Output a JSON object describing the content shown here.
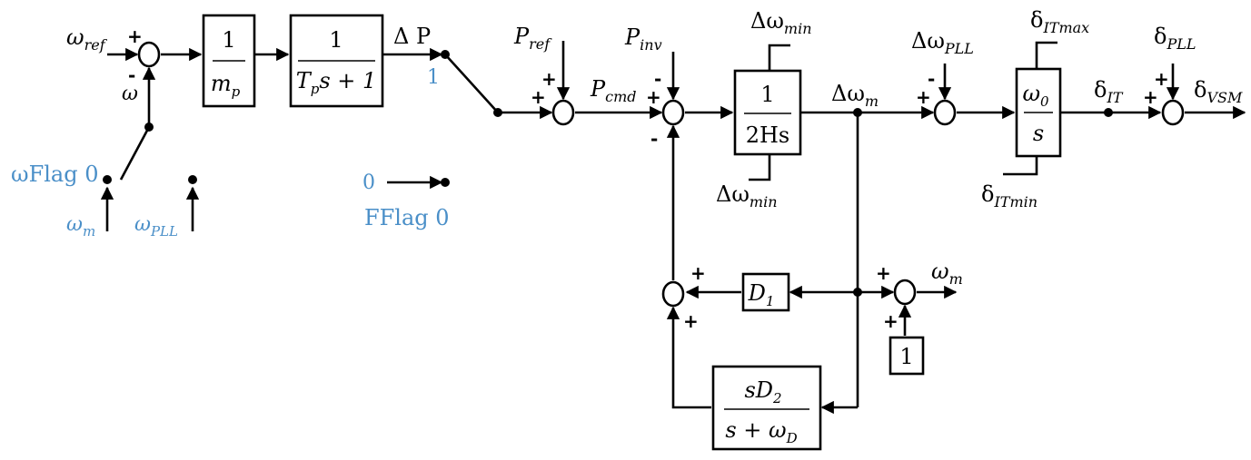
{
  "inputs": {
    "omega_ref": "ω",
    "omega_ref_sub": "ref",
    "omega": "ω",
    "p_ref": "P",
    "p_ref_sub": "ref",
    "p_inv": "P",
    "p_inv_sub": "inv",
    "p_cmd": "P",
    "p_cmd_sub": "cmd",
    "delta_p": "Δ P",
    "d_omega_pll": "Δω",
    "d_omega_pll_sub": "PLL",
    "d_omega_m": "Δω",
    "d_omega_m_sub": "m",
    "delta_pll": "δ",
    "delta_pll_sub": "PLL",
    "delta_vsm": "δ",
    "delta_vsm_sub": "VSM",
    "delta_it": "δ",
    "delta_it_sub": "IT",
    "omega_m_out": "ω",
    "omega_m_out_sub": "m"
  },
  "limits": {
    "dw_upper": "Δω",
    "dw_upper_sub": "min",
    "dw_lower": "Δω",
    "dw_lower_sub": "min",
    "it_upper": "δ",
    "it_upper_sub": "ITmax",
    "it_lower": "δ",
    "it_lower_sub": "ITmin"
  },
  "blocks": {
    "droop_num": "1",
    "droop_den": "m",
    "droop_den_sub": "p",
    "lag_num": "1",
    "lag_den_a": "T",
    "lag_den_sub": "p",
    "lag_den_b": "s + 1",
    "inertia_num": "1",
    "inertia_den": "2Hs",
    "integ_num": "ω",
    "integ_num_sub": "0",
    "integ_den": "s",
    "d1": "D",
    "d1_sub": "1",
    "d2_num": "sD",
    "d2_num_sub": "2",
    "d2_den_a": "s + ω",
    "d2_den_sub": "D",
    "const_one": "1"
  },
  "switches": {
    "w_flag_label": "ωFlag 0",
    "w_flag_opt_m": "ω",
    "w_flag_opt_m_sub": "m",
    "w_flag_opt_pll": "ω",
    "w_flag_opt_pll_sub": "PLL",
    "f_flag_label": "FFlag 0",
    "f_flag_opt_one": "1",
    "f_flag_opt_zero": "0"
  },
  "signs": {
    "plus": "+",
    "minus": "-"
  },
  "colors": {
    "line": "#000000",
    "flag_text": "#4a8fc8"
  }
}
